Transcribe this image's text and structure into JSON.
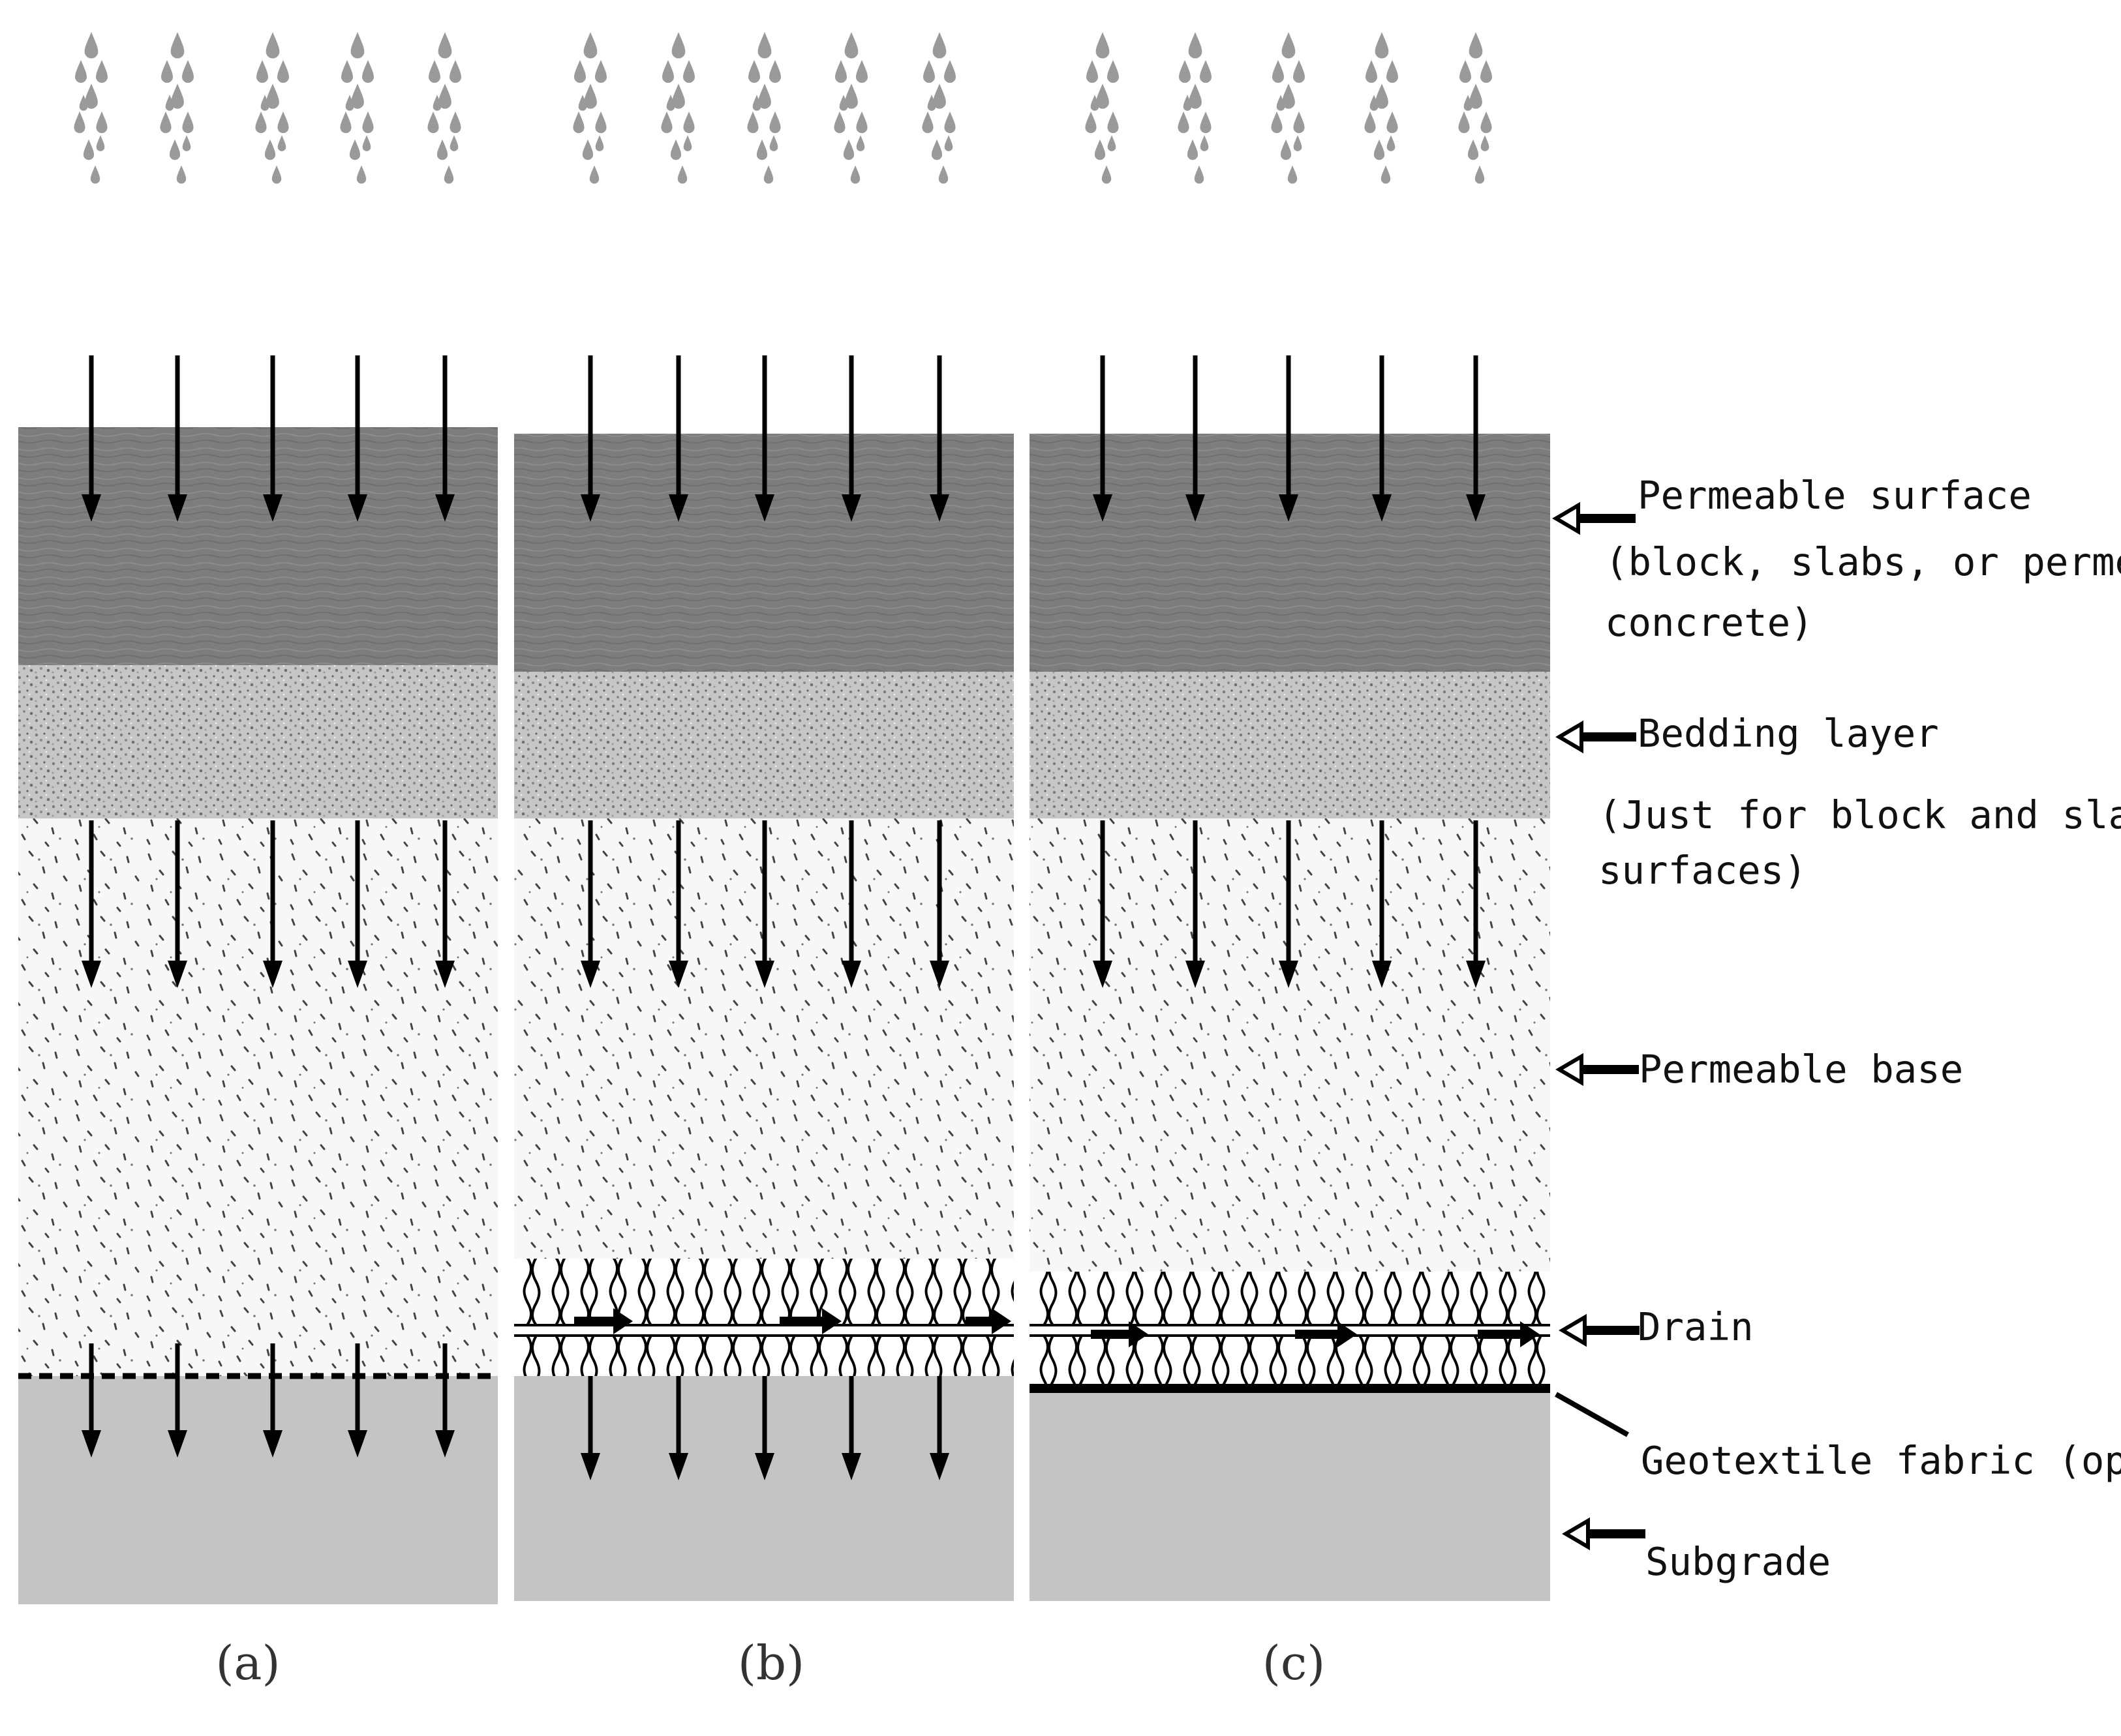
{
  "panels": [
    {
      "id": "a",
      "label": "(a)"
    },
    {
      "id": "b",
      "label": "(b)"
    },
    {
      "id": "c",
      "label": "(c)"
    }
  ],
  "callouts": {
    "surface": {
      "title": "Permeable surface",
      "lines": [
        "(block, slabs, or permeable",
        "concrete)"
      ]
    },
    "bedding": {
      "title": "Bedding layer",
      "lines": [
        "(Just for block and slab",
        "surfaces)"
      ]
    },
    "base": {
      "title": "Permeable base"
    },
    "drain": {
      "title": "Drain"
    },
    "geotextile": {
      "title": "Geotextile fabric (optional)"
    },
    "subgrade": {
      "title": "Subgrade"
    }
  },
  "colors": {
    "surface": "#7d7d7d",
    "bedding": "#c6c6c6",
    "base": "#f7f7f7",
    "subgrade": "#c4c4c4",
    "rain": "#9a9a9a",
    "arrow": "#000000"
  }
}
